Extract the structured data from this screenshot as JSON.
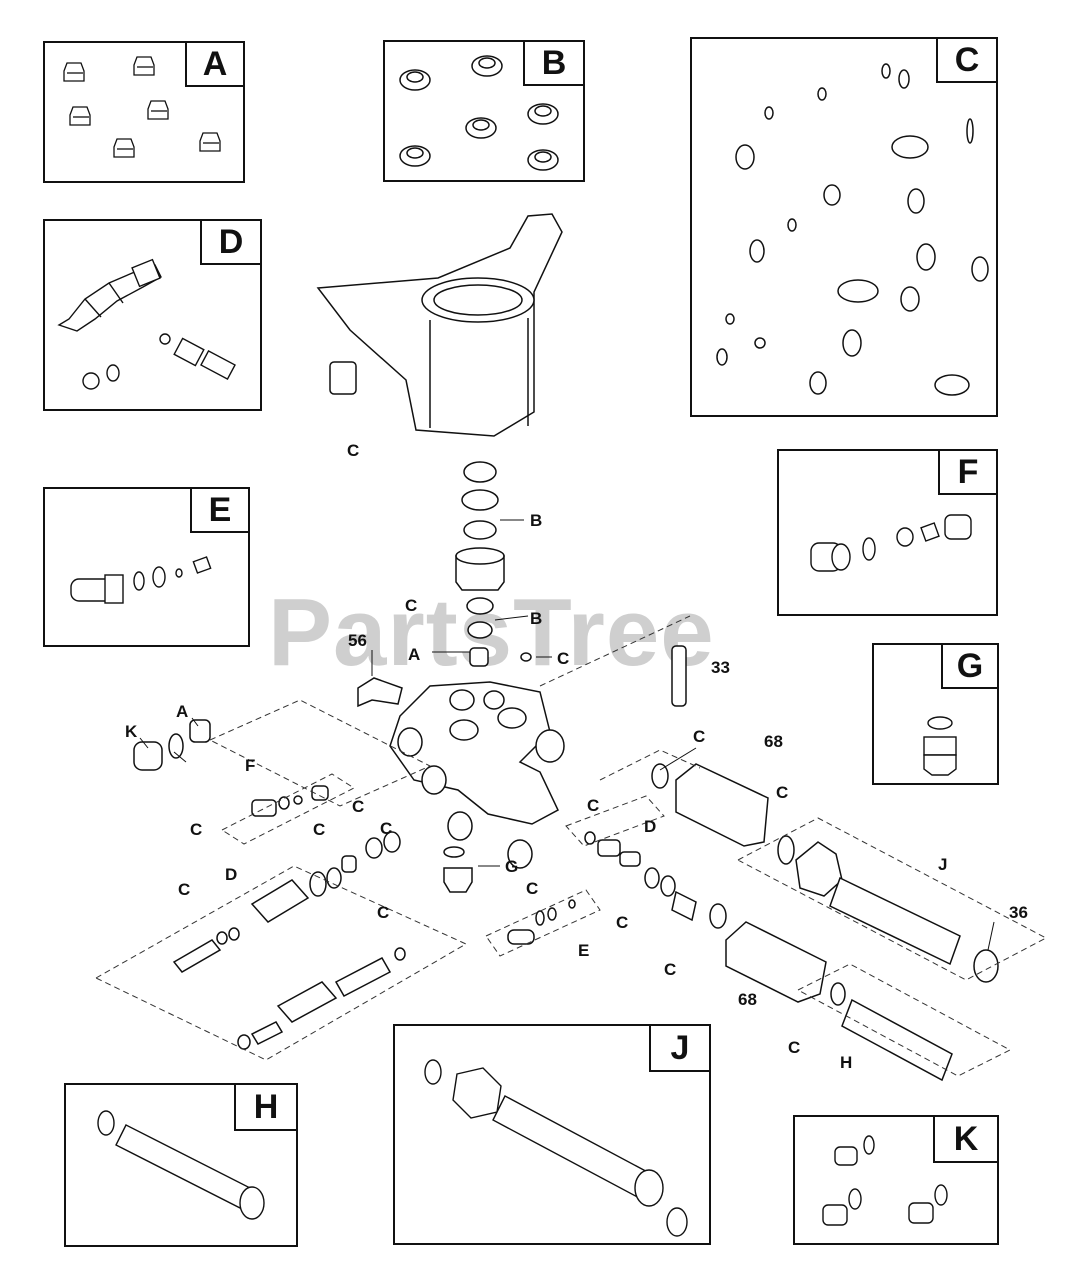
{
  "watermark": {
    "text": "PartsTree",
    "trademark": "™"
  },
  "insets": {
    "A": "A",
    "B": "B",
    "C": "C",
    "D": "D",
    "E": "E",
    "F": "F",
    "G": "G",
    "H": "H",
    "J": "J",
    "K": "K"
  },
  "callouts": {
    "c1": "C",
    "b1": "B",
    "c2": "C",
    "b2": "B",
    "a1": "A",
    "c3": "C",
    "n56": "56",
    "n33": "33",
    "a2": "A",
    "k1": "K",
    "c4": "C",
    "f1": "F",
    "c5": "C",
    "c6": "C",
    "c7": "C",
    "c8": "C",
    "c9": "C",
    "d1": "D",
    "c10": "C",
    "c11": "C",
    "d2": "D",
    "g1": "G",
    "c12": "C",
    "e1": "E",
    "c13": "C",
    "c14": "C",
    "c15": "C",
    "n68a": "68",
    "n68b": "68",
    "c16": "C",
    "j1": "J",
    "n36": "36",
    "c17": "C",
    "h1": "H"
  }
}
